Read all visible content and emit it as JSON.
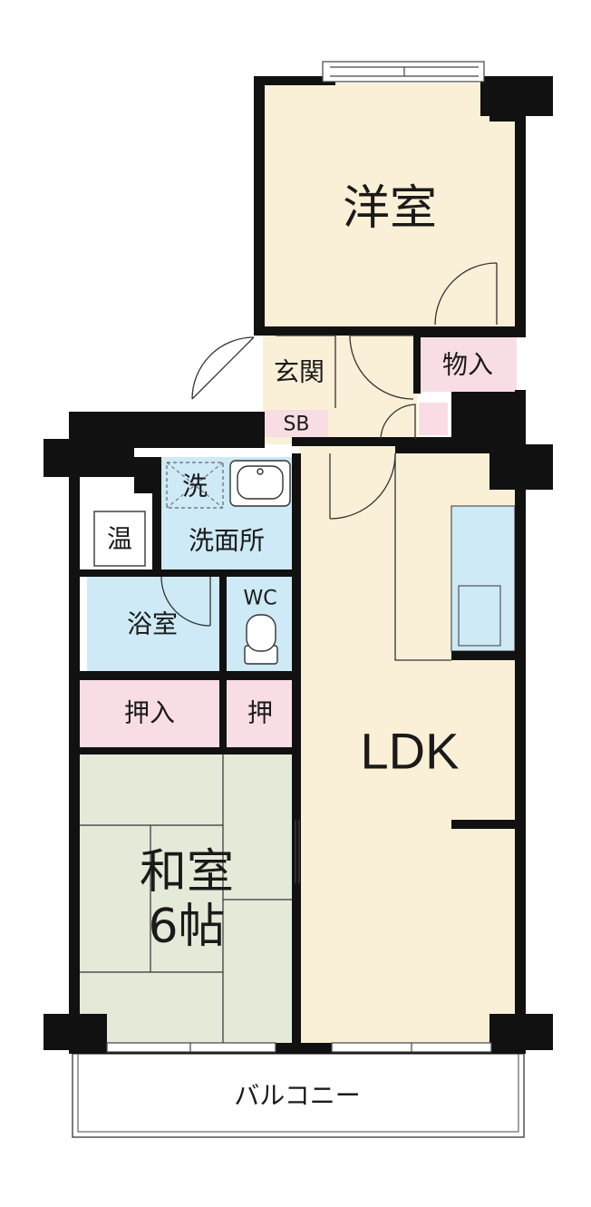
{
  "floorplan": {
    "rooms": {
      "western_room": "洋室",
      "entrance": "玄関",
      "storage": "物入",
      "shoe_box": "SB",
      "water_heater": "温",
      "washer": "洗",
      "washroom": "洗面所",
      "wc": "WC",
      "bathroom": "浴室",
      "closet_large": "押入",
      "closet_small": "押",
      "japanese_room": "和室",
      "japanese_room_size": "6帖",
      "ldk": "LDK",
      "balcony": "バルコニー"
    },
    "colors": {
      "western_room": "#faf0d7",
      "ldk": "#faf0d7",
      "entrance": "#faf0d7",
      "storage": "#f9dde5",
      "shoe_box": "#f9dde5",
      "closet": "#f9dde5",
      "wet_area": "#cdeaf6",
      "japanese_room": "#e4ead8",
      "wall": "#111111"
    }
  }
}
